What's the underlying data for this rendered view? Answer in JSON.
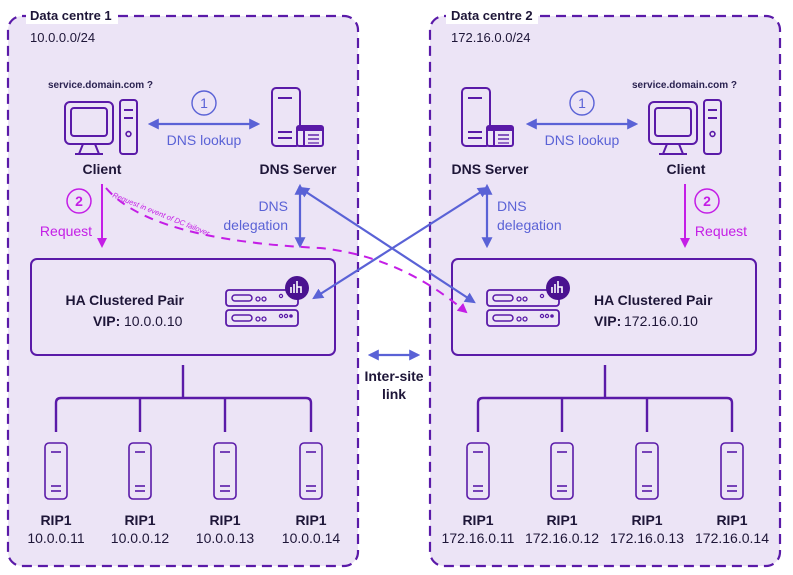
{
  "colors": {
    "zone_fill": "#ece4f6",
    "zone_border": "#5a1aa8",
    "device": "#5a1aa8",
    "dns_arrow": "#5a62d6",
    "request_arrow": "#c41ee6",
    "text": "#1e1638"
  },
  "datacentres": [
    {
      "title": "Data centre 1",
      "subnet": "10.0.0.0/24",
      "client": {
        "query": "service.domain.com ?",
        "label": "Client"
      },
      "dns_server": {
        "label": "DNS Server"
      },
      "dns_lookup": {
        "step": "1",
        "label": "DNS lookup"
      },
      "request": {
        "step": "2",
        "label": "Request"
      },
      "dns_delegation": {
        "line1": "DNS",
        "line2": "delegation"
      },
      "cluster": {
        "title": "HA Clustered Pair",
        "vip_label": "VIP:",
        "vip": "10.0.0.10",
        "badge_icon": "loadbalancer-logo-icon"
      },
      "rips": [
        {
          "name": "RIP1",
          "ip": "10.0.0.11"
        },
        {
          "name": "RIP1",
          "ip": "10.0.0.12"
        },
        {
          "name": "RIP1",
          "ip": "10.0.0.13"
        },
        {
          "name": "RIP1",
          "ip": "10.0.0.14"
        }
      ]
    },
    {
      "title": "Data centre 2",
      "subnet": "172.16.0.0/24",
      "client": {
        "query": "service.domain.com ?",
        "label": "Client"
      },
      "dns_server": {
        "label": "DNS Server"
      },
      "dns_lookup": {
        "step": "1",
        "label": "DNS lookup"
      },
      "request": {
        "step": "2",
        "label": "Request"
      },
      "dns_delegation": {
        "line1": "DNS",
        "line2": "delegation"
      },
      "cluster": {
        "title": "HA Clustered Pair",
        "vip_label": "VIP:",
        "vip": "172.16.0.10",
        "badge_icon": "loadbalancer-logo-icon"
      },
      "rips": [
        {
          "name": "RIP1",
          "ip": "172.16.0.11"
        },
        {
          "name": "RIP1",
          "ip": "172.16.0.12"
        },
        {
          "name": "RIP1",
          "ip": "172.16.0.13"
        },
        {
          "name": "RIP1",
          "ip": "172.16.0.14"
        }
      ]
    }
  ],
  "failover_label": "Request in event of DC failover",
  "intersite": {
    "line1": "Inter-site",
    "line2": "link"
  }
}
